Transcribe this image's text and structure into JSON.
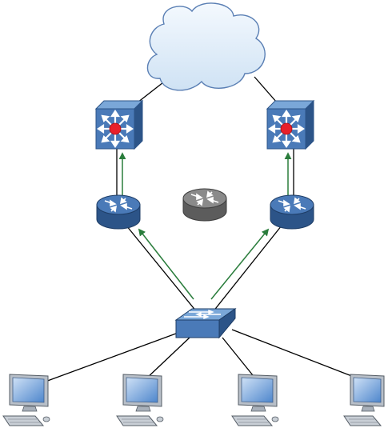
{
  "diagram": {
    "nodes": [
      {
        "id": "cloud",
        "icon": "cloud-icon"
      },
      {
        "id": "l3-switch-left",
        "icon": "layer3-switch-icon"
      },
      {
        "id": "l3-switch-right",
        "icon": "layer3-switch-icon"
      },
      {
        "id": "router-left",
        "icon": "router-icon"
      },
      {
        "id": "router-center",
        "icon": "router-icon",
        "state": "inactive"
      },
      {
        "id": "router-right",
        "icon": "router-icon"
      },
      {
        "id": "access-switch",
        "icon": "workgroup-switch-icon"
      },
      {
        "id": "pc-1",
        "icon": "workstation-icon"
      },
      {
        "id": "pc-2",
        "icon": "workstation-icon"
      },
      {
        "id": "pc-3",
        "icon": "workstation-icon"
      },
      {
        "id": "pc-4",
        "icon": "workstation-icon"
      }
    ],
    "links": [
      {
        "from": "cloud",
        "to": "l3-switch-left"
      },
      {
        "from": "cloud",
        "to": "l3-switch-right"
      },
      {
        "from": "l3-switch-left",
        "to": "router-left"
      },
      {
        "from": "l3-switch-right",
        "to": "router-right"
      },
      {
        "from": "router-left",
        "to": "access-switch"
      },
      {
        "from": "router-right",
        "to": "access-switch"
      },
      {
        "from": "access-switch",
        "to": "pc-1"
      },
      {
        "from": "access-switch",
        "to": "pc-2"
      },
      {
        "from": "access-switch",
        "to": "pc-3"
      },
      {
        "from": "access-switch",
        "to": "pc-4"
      }
    ],
    "flows": [
      {
        "from": "access-switch",
        "to": "router-left"
      },
      {
        "from": "access-switch",
        "to": "router-right"
      },
      {
        "from": "router-left",
        "to": "l3-switch-left"
      },
      {
        "from": "router-right",
        "to": "l3-switch-right"
      }
    ],
    "colors": {
      "device_blue": "#4a7ab8",
      "device_blue_dark": "#2c5488",
      "device_blue_light": "#7aa7d8",
      "router_gray": "#8a8a8a",
      "router_gray_dark": "#5c5c5c",
      "cloud_fill": "#ddecf8",
      "cloud_stroke": "#5a7fb4",
      "core_dot": "#e8202a",
      "flow_arrow": "#2a7d3c",
      "link": "#000000",
      "pc_body": "#b8bfc8",
      "pc_screen": "#5a8ed0"
    }
  }
}
